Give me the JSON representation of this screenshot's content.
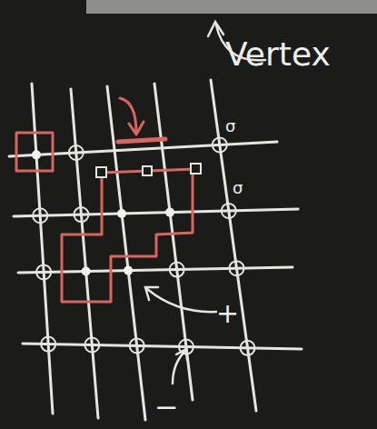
{
  "diagram": {
    "labels": [
      "Vertex",
      "+",
      "−",
      "σ",
      "σ"
    ]
  }
}
